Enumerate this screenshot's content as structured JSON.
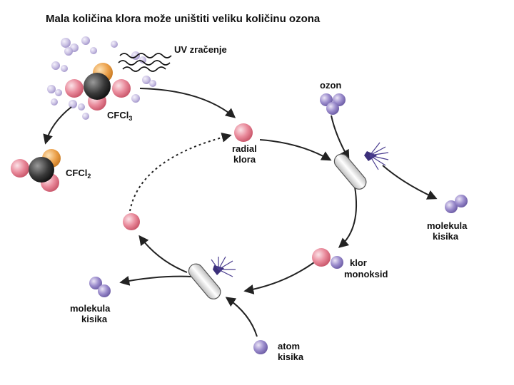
{
  "title": "Mala količina klora može uništiti veliku količinu ozona",
  "labels": {
    "uv": "UV zračenje",
    "cfcl3": "CFCl",
    "cfcl3_sub": "3",
    "cfcl2": "CFCl",
    "cfcl2_sub": "2",
    "ozon": "ozon",
    "radial_1": "radial",
    "radial_2": "klora",
    "molekula_right_1": "molekula",
    "molekula_right_2": "kisika",
    "klor_1": "klor",
    "klor_2": "monoksid",
    "molekula_left_1": "molekula",
    "molekula_left_2": "kisika",
    "atom_1": "atom",
    "atom_2": "kisika"
  },
  "colors": {
    "chlorine": "#e07b8c",
    "oxygen": "#8c7bbf",
    "carbon": "#333333",
    "fluorine": "#e6993a",
    "arrow": "#222222",
    "text": "#111111"
  }
}
